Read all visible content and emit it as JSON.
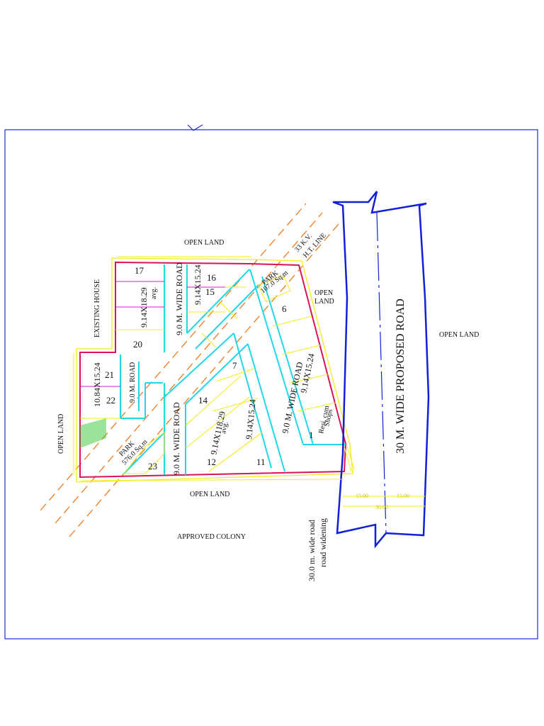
{
  "colors": {
    "frame": "#1f2bd9",
    "boundary": "#d8155b",
    "plot_lines": "#f4ec1a",
    "road": "#20d8e8",
    "ht_line": "#f07a1c",
    "proposed_road": "#1220d8",
    "plot_divider": "#d21fd8",
    "green": "#37c837"
  },
  "labels": {
    "open_land_top": "OPEN LAND",
    "open_land_bottom": "OPEN LAND",
    "open_land_left": "OPEN LAND",
    "open_land_mid": "OPEN",
    "open_land_mid2": "LAND",
    "open_land_right": "OPEN LAND",
    "existing_house": "EXISTING HOUSE",
    "approved_colony": "APPROVED COLONY",
    "ht_line_1": "33 K.V.",
    "ht_line_2": "H.T. LINE",
    "proposed_road": "30 M. WIDE PROPOSED ROAD",
    "road_widening_1": "30.0 m. wide road",
    "road_widening_2": "road widening",
    "road_a": "9.0 M. WIDE ROAD",
    "road_b": "9.0 M. WIDE ROAD",
    "road_c": "9.0 M. WIDE ROAD",
    "road_d": "9.0 M. ROAD",
    "park_1_a": "PARK",
    "park_1_b": "107.0 Sq.m",
    "park_2_a": "PARK",
    "park_2_b": "576.0 Sq.m",
    "resi_1": "Resi. cum",
    "resi_2": "Shops",
    "dim_size_1": "9.14X18.29",
    "dim_size_1b": "avg.",
    "dim_size_2": "9.14X15.24",
    "dim_size_3": "10.84X15.24",
    "dim_size_4": "9.14X118.29",
    "dim_size_4b": "avg.",
    "dim_size_5": "9.14X15.24",
    "dim_size_6": "9.14X15.24",
    "dim_15_a": "15.00",
    "dim_15_b": "15.00",
    "dim_30": "30.00"
  },
  "plots": [
    "17",
    "16",
    "15",
    "20",
    "21",
    "22",
    "14",
    "7",
    "6",
    "1",
    "11",
    "12",
    "23"
  ]
}
